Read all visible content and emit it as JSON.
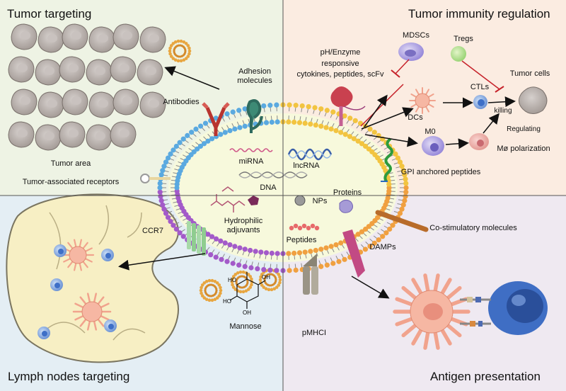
{
  "quadrants": {
    "tumor_targeting": "Tumor targeting",
    "tumor_immunity_regulation": "Tumor immunity regulation",
    "lymph_nodes_targeting": "Lymph nodes targeting",
    "antigen_presentation": "Antigen presentation"
  },
  "labels": {
    "tumor_area": "Tumor area",
    "antibodies": "Antibodies",
    "adhesion_molecules_1": "Adhesion",
    "adhesion_molecules_2": "molecules",
    "ph_enzyme_1": "pH/Enzyme",
    "ph_enzyme_2": "responsive",
    "ph_enzyme_3": "cytokines, peptides, scFv",
    "mdscs": "MDSCs",
    "tregs": "Tregs",
    "tumor_cells": "Tumor cells",
    "ctls": "CTLs",
    "killing": "killing",
    "dcs": "DCs",
    "m0": "M0",
    "regulating": "Regulating",
    "mo_polarization": "Mø polarization",
    "gpi_peptides": "GPI anchored peptides",
    "tumor_receptors": "Tumor-associated receptors",
    "mirna": "miRNA",
    "lncrna": "lncRNA",
    "dna": "DNA",
    "proteins": "Proteins",
    "nps": "NPs",
    "hydrophilic_1": "Hydrophilic",
    "hydrophilic_2": "adjuvants",
    "peptides": "Peptides",
    "ccr7": "CCR7",
    "co_stimulatory": "Co-stimulatory molecules",
    "damps": "DAMPs",
    "mannose": "Mannose",
    "pmhci": "pMHCI",
    "chem_ho": "HO",
    "chem_oh": "OH"
  },
  "colors": {
    "membrane_blue": "#5aa9e0",
    "membrane_yellow": "#f2c440",
    "membrane_purple": "#a35ac9",
    "membrane_orange": "#f0a040",
    "lumen": "#f7f9dc",
    "tumor_cell": "#b9b1ad",
    "liposome": "#e8a640"
  }
}
